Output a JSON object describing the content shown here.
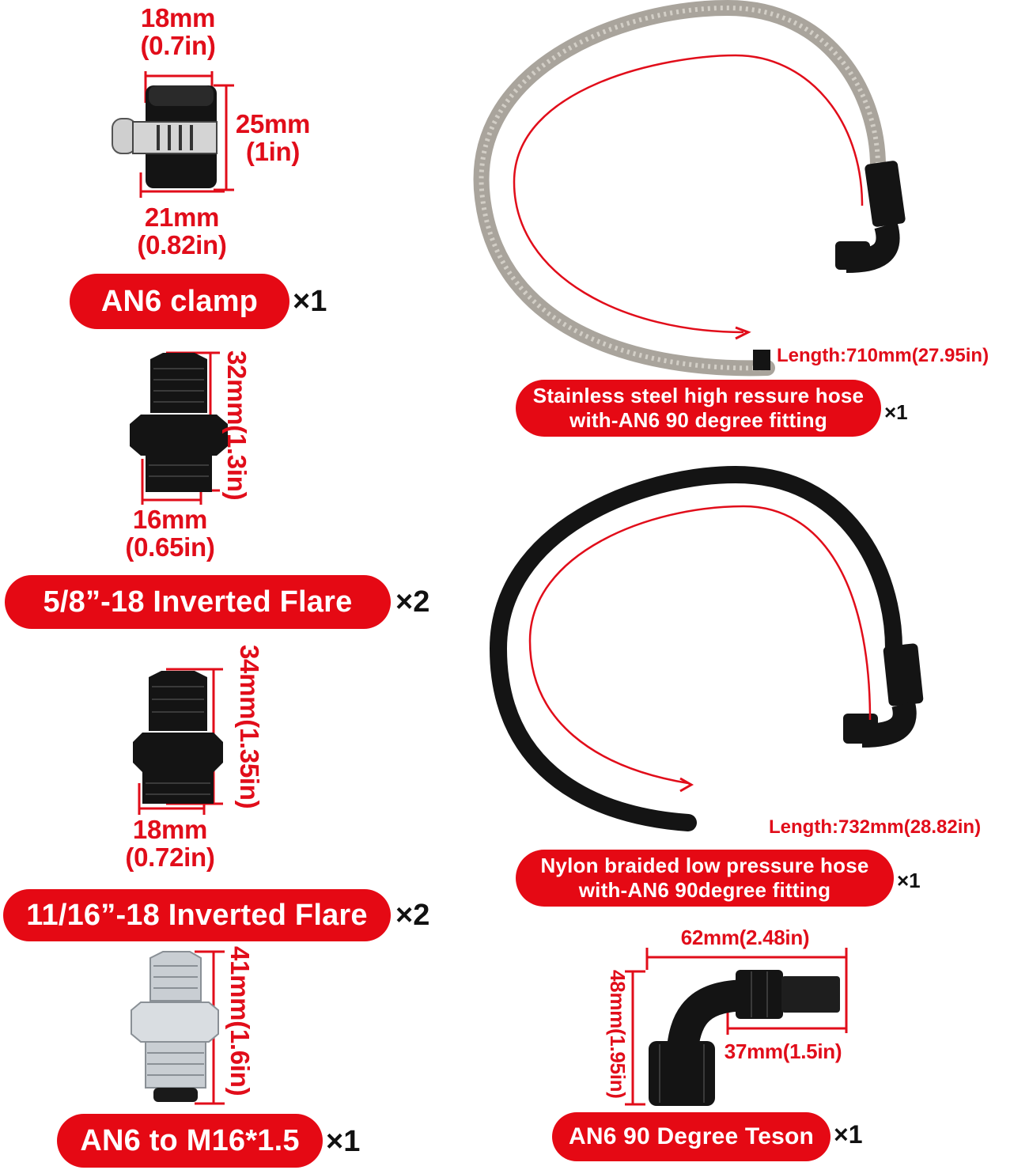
{
  "colors": {
    "accent_red": "#e50914",
    "dim_red": "#e10d1a",
    "part_black": "#141414",
    "steel": "#a9a49c"
  },
  "items": {
    "clamp": {
      "label": "AN6 clamp",
      "qty": "×1",
      "dims": {
        "width_top": "18mm",
        "width_top_in": "(0.7in)",
        "height": "25mm",
        "height_in": "(1in)",
        "width_bottom": "21mm",
        "width_bottom_in": "(0.82in)"
      }
    },
    "flare_58": {
      "label": "5/8”-18 Inverted Flare",
      "qty": "×2",
      "dims": {
        "height": "32mm(1.3in)",
        "width": "16mm",
        "width_in": "(0.65in)"
      }
    },
    "flare_1116": {
      "label": "11/16”-18 Inverted Flare",
      "qty": "×2",
      "dims": {
        "height": "34mm(1.35in)",
        "width": "18mm",
        "width_in": "(0.72in)"
      }
    },
    "an6_m16": {
      "label": "AN6 to M16*1.5",
      "qty": "×1",
      "dims": {
        "height": "41mm(1.6in)"
      }
    },
    "steel_hose": {
      "label_line1": "Stainless steel high ressure hose",
      "label_line2": "with-AN6 90 degree fitting",
      "qty": "×1",
      "length": "Length:710mm(27.95in)"
    },
    "nylon_hose": {
      "label_line1": "Nylon braided low pressure hose",
      "label_line2": "with-AN6 90degree fitting",
      "qty": "×1",
      "length": "Length:732mm(28.82in)"
    },
    "teson": {
      "label": "AN6 90 Degree Teson",
      "qty": "×1",
      "dims": {
        "width": "62mm(2.48in)",
        "height": "48mm(1.95in)",
        "inner": "37mm(1.5in)"
      }
    }
  }
}
